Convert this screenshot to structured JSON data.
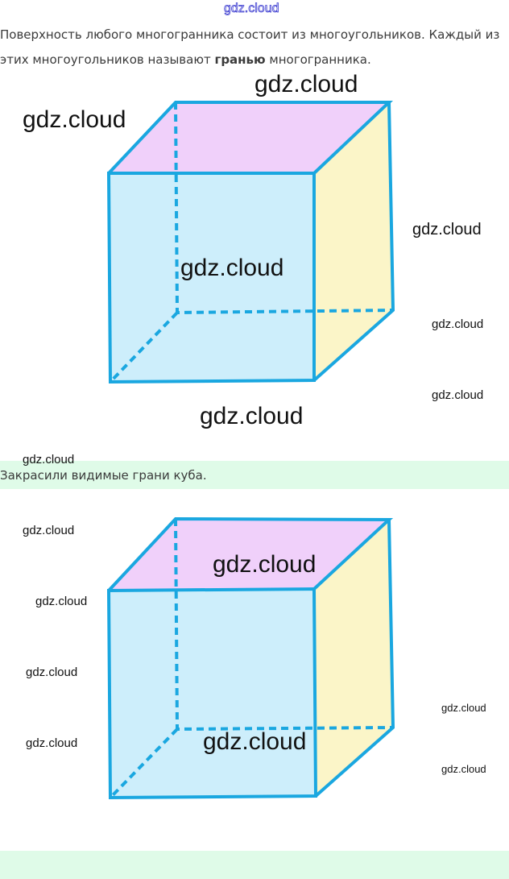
{
  "header": {
    "watermark": "gdz.cloud"
  },
  "paragraph": {
    "line1": "Поверхность любого многогранника состоит из многоугольников. Каждый из",
    "line2_before": "этих многоугольников называют ",
    "line2_bold": "гранью",
    "line2_after": " многогранника."
  },
  "caption": "Закрасили видимые грани куба.",
  "watermark": "gdz.cloud",
  "colors": {
    "edge": "#1aa7e0",
    "front": "#cdeefb",
    "top": "#f0d0fa",
    "side": "#fbf5c8",
    "band": "#dffbe8"
  }
}
